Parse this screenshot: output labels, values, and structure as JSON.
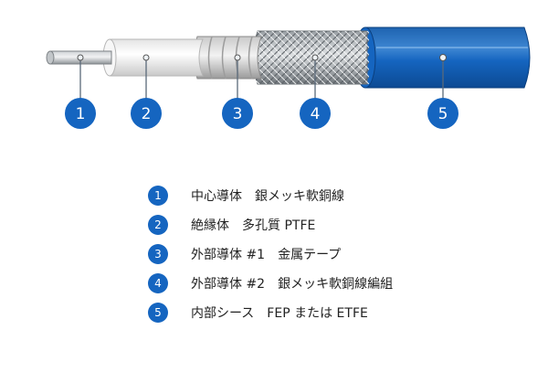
{
  "accent_color": "#1565c0",
  "diagram": {
    "callouts": [
      "1",
      "2",
      "3",
      "4",
      "5"
    ]
  },
  "legend": [
    {
      "number": "1",
      "text": "中心導体　銀メッキ軟銅線"
    },
    {
      "number": "2",
      "text": "絶縁体　多孔質 PTFE"
    },
    {
      "number": "3",
      "text": "外部導体 #1　金属テープ"
    },
    {
      "number": "4",
      "text": "外部導体 #2　銀メッキ軟銅線編組"
    },
    {
      "number": "5",
      "text": "内部シース　FEP または ETFE"
    }
  ]
}
